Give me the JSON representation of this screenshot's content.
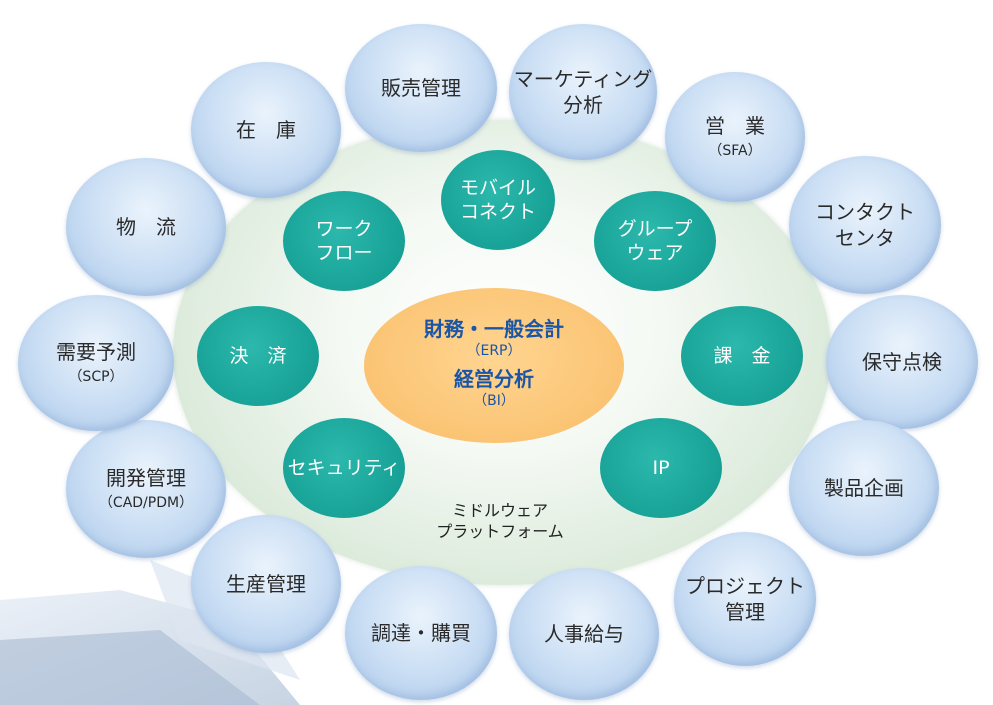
{
  "outer_circles": [
    {
      "id": "hanbai",
      "main": "販売管理",
      "sub": ""
    },
    {
      "id": "marketing",
      "main": "マーケティング\n分析",
      "sub": ""
    },
    {
      "id": "eigyo",
      "main": "営　業",
      "sub": "（SFA）"
    },
    {
      "id": "contact",
      "main": "コンタクト\nセンタ",
      "sub": ""
    },
    {
      "id": "hoshu",
      "main": "保守点検",
      "sub": ""
    },
    {
      "id": "seihin",
      "main": "製品企画",
      "sub": ""
    },
    {
      "id": "project",
      "main": "プロジェクト\n管理",
      "sub": ""
    },
    {
      "id": "jinji",
      "main": "人事給与",
      "sub": ""
    },
    {
      "id": "chotatsu",
      "main": "調達・購買",
      "sub": ""
    },
    {
      "id": "seisan",
      "main": "生産管理",
      "sub": ""
    },
    {
      "id": "kaihatsu",
      "main": "開発管理",
      "sub": "（CAD/PDM）"
    },
    {
      "id": "juyo",
      "main": "需要予測",
      "sub": "（SCP）"
    },
    {
      "id": "butsuryu",
      "main": "物　流",
      "sub": ""
    },
    {
      "id": "zaiko",
      "main": "在　庫",
      "sub": ""
    }
  ],
  "inner_circles": [
    {
      "id": "mobile",
      "label": "モバイル\nコネクト"
    },
    {
      "id": "workflow",
      "label": "ワーク\nフロー"
    },
    {
      "id": "groupware",
      "label": "グループ\nウェア"
    },
    {
      "id": "kessai",
      "label": "決　済"
    },
    {
      "id": "kakin",
      "label": "課　金"
    },
    {
      "id": "security",
      "label": "セキュリティ"
    },
    {
      "id": "ip",
      "label": "IP"
    }
  ],
  "center": {
    "line1": "財務・一般会計",
    "line2": "（ERP）",
    "line3": "経営分析",
    "line4": "（BI）"
  },
  "platform_label": "ミドルウェア\nプラットフォーム",
  "colors": {
    "outer": "#bcd4f0",
    "platform": "#d9e9d9",
    "inner": "#1aa99d",
    "center": "#fbc474",
    "center_text": "#1a55a6"
  }
}
